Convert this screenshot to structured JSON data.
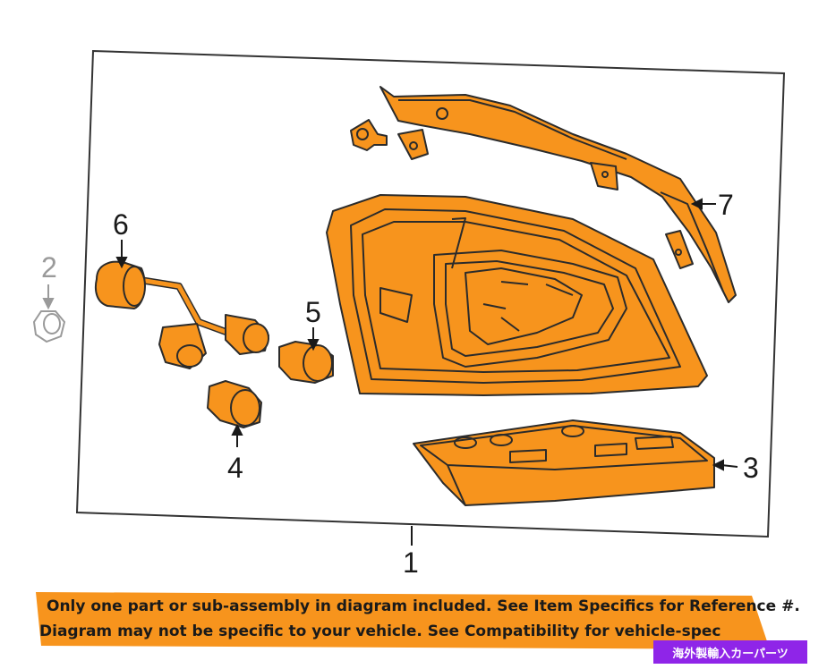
{
  "diagram": {
    "callouts": [
      {
        "id": "1",
        "label": "1"
      },
      {
        "id": "2",
        "label": "2"
      },
      {
        "id": "3",
        "label": "3"
      },
      {
        "id": "4",
        "label": "4"
      },
      {
        "id": "5",
        "label": "5"
      },
      {
        "id": "6",
        "label": "6"
      },
      {
        "id": "7",
        "label": "7"
      }
    ],
    "colors": {
      "part_fill": "#f7941d",
      "line": "#2b2b2b",
      "frame": "#333333",
      "ghost_part": "#9a9a9a"
    }
  },
  "notice": {
    "line1": "Only one part or sub-assembly in diagram included. See Item Specifics for Reference #.",
    "line2": "Diagram may not be specific to your vehicle. See Compatibility for vehicle-spec",
    "background": "#f7941d"
  },
  "shop_tag": {
    "text": "海外製輸入カーパーツ",
    "background": "#8f25e8"
  }
}
